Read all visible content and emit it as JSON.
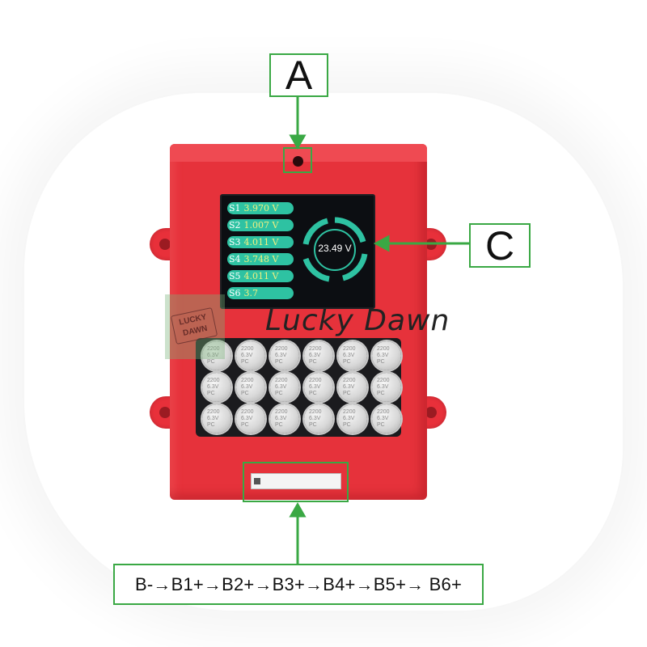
{
  "labels": {
    "a": "A",
    "c": "C",
    "wiring": "B-→B1+→B2+→B3+→B4+→B5+→ B6+"
  },
  "display": {
    "cells": [
      {
        "id": "S1",
        "value": "3.970  V"
      },
      {
        "id": "S2",
        "value": "1.007  V"
      },
      {
        "id": "S3",
        "value": "4.011  V"
      },
      {
        "id": "S4",
        "value": "3.748  V"
      },
      {
        "id": "S5",
        "value": "4.011  V"
      },
      {
        "id": "S6",
        "value": "3.7"
      }
    ],
    "total_voltage": "23.49 V"
  },
  "capacitors": {
    "marking": [
      "2200",
      "6.3V",
      "PC"
    ],
    "count": 18
  },
  "watermark": {
    "logo_text": "LUCKY DAWN",
    "script_text": "Lucky Dawn"
  },
  "colors": {
    "enclosure": "#e6323b",
    "annotation": "#3aa844",
    "screen_accent": "#2ec2a2"
  }
}
